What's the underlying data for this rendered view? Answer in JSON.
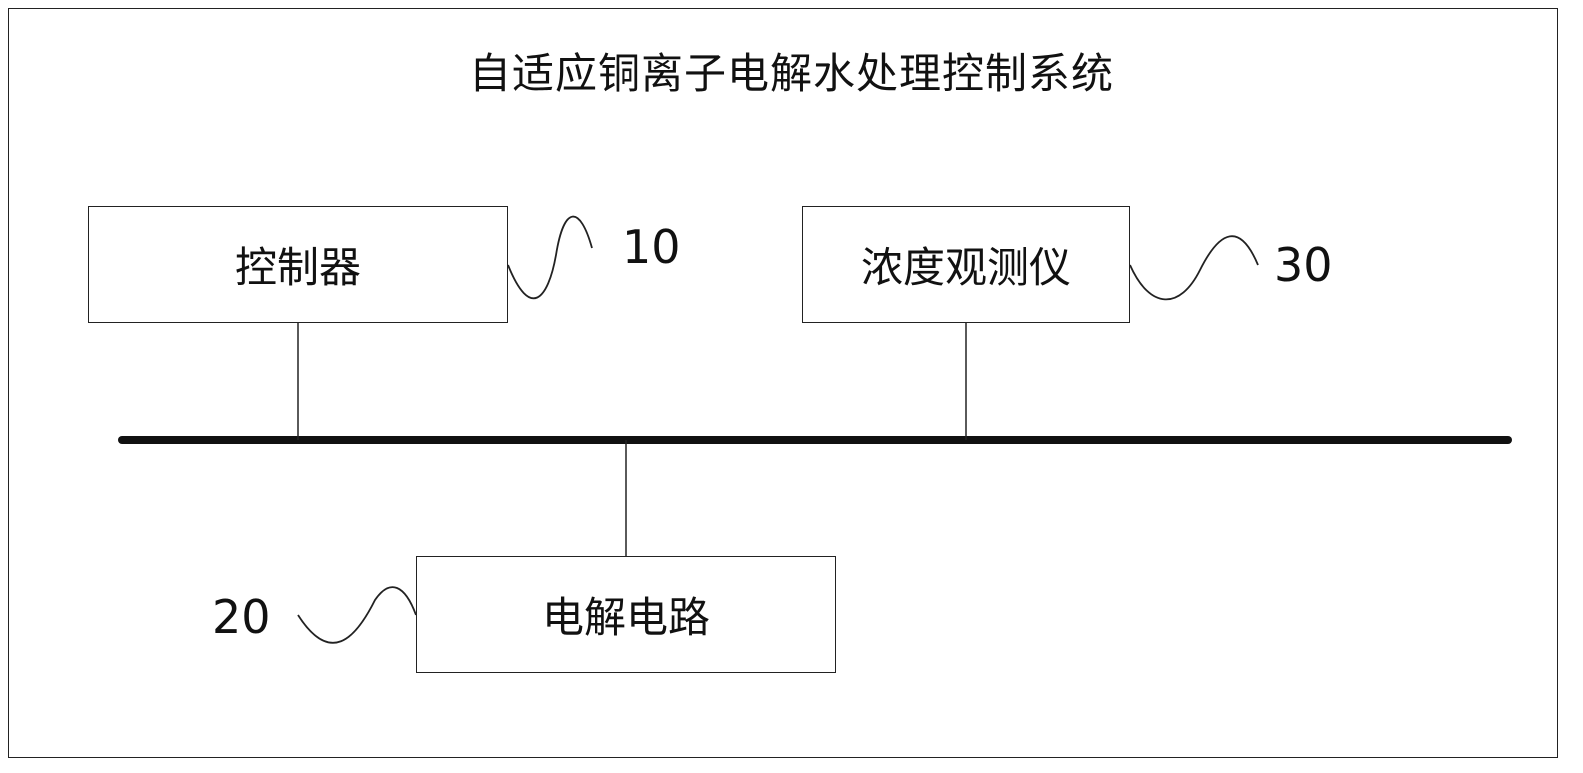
{
  "title": "自适应铜离子电解水处理控制系统",
  "blocks": {
    "controller": {
      "label": "控制器",
      "ref": "10"
    },
    "electrolysis": {
      "label": "电解电路",
      "ref": "20"
    },
    "meter": {
      "label": "浓度观测仪",
      "ref": "30"
    }
  },
  "colors": {
    "line": "#111111",
    "background": "#ffffff"
  }
}
